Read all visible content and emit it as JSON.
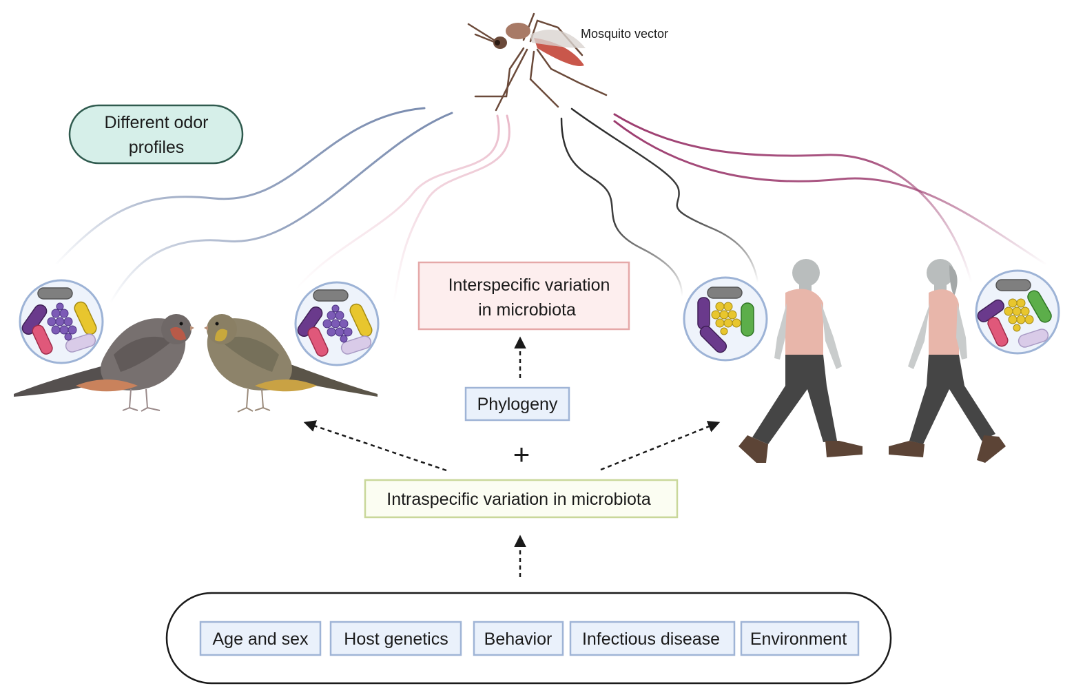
{
  "labels": {
    "vector": "Mosquito vector",
    "odor": [
      "Different odor",
      "profiles"
    ],
    "interspecific": [
      "Interspecific variation",
      "in microbiota"
    ],
    "phylogeny": "Phylogeny",
    "plus": "+",
    "intraspecific": "Intraspecific variation in microbiota"
  },
  "factors": [
    "Age and sex",
    "Host genetics",
    "Behavior",
    "Infectious disease",
    "Environment"
  ],
  "icons": {
    "vector": "mosquito-icon",
    "birds": [
      "sparrow-gray-icon",
      "sparrow-brown-icon"
    ],
    "humans": [
      "man-walking-icon",
      "woman-walking-icon"
    ],
    "microbiota": [
      "microbiota-circle-icon",
      "microbiota-circle-icon",
      "microbiota-circle-icon",
      "microbiota-circle-icon"
    ]
  },
  "colors": {
    "odor_bird_gray": "#7b8db0",
    "odor_bird_brown": "#e9b8c8",
    "odor_human_man": "#2b2b2b",
    "odor_human_woman": "#9c3b6e",
    "odor_box_fill": "#d6efe9",
    "odor_box_stroke": "#2f5a4e",
    "inter_fill": "#fdeeee",
    "inter_stroke": "#e5a8a8",
    "phylo_fill": "#eaf1fb",
    "phylo_stroke": "#9fb4d6",
    "intra_fill": "#fbfdf2",
    "intra_stroke": "#c9d79a",
    "factor_fill": "#eaf1fb",
    "factor_stroke": "#9fb4d6"
  }
}
